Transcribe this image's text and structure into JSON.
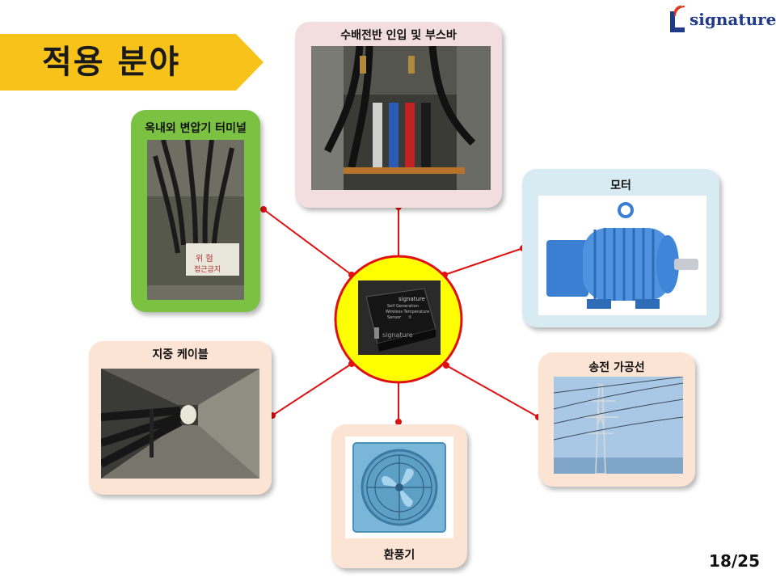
{
  "slide": {
    "title": "적용 분야",
    "page_number": "18/25",
    "colors": {
      "banner": "#f7c21a",
      "hub_fill": "#ffff00",
      "hub_ring": "#e01010",
      "connector": "#e01010"
    }
  },
  "logo": {
    "brand": "signature",
    "icon": "wireless-L-logo-icon"
  },
  "hub": {
    "device_label": "signature",
    "device_lines": [
      "Self Generation",
      "Wireless Temperature",
      "Sensor",
      "①"
    ]
  },
  "applications": [
    {
      "id": "switchgear",
      "label": "수배전반 인입 및 부스바",
      "color": "#f2dede"
    },
    {
      "id": "transformer",
      "label": "옥내외 변압기 터미널",
      "color": "#7cc242"
    },
    {
      "id": "motor",
      "label": "모터",
      "color": "#d8ebf2"
    },
    {
      "id": "underground-cable",
      "label": "지중 케이블",
      "color": "#fbe4d4"
    },
    {
      "id": "transmission-line",
      "label": "송전 가공선",
      "color": "#fbe4d4"
    },
    {
      "id": "ventilator",
      "label": "환풍기",
      "color": "#fbe4d4"
    }
  ]
}
